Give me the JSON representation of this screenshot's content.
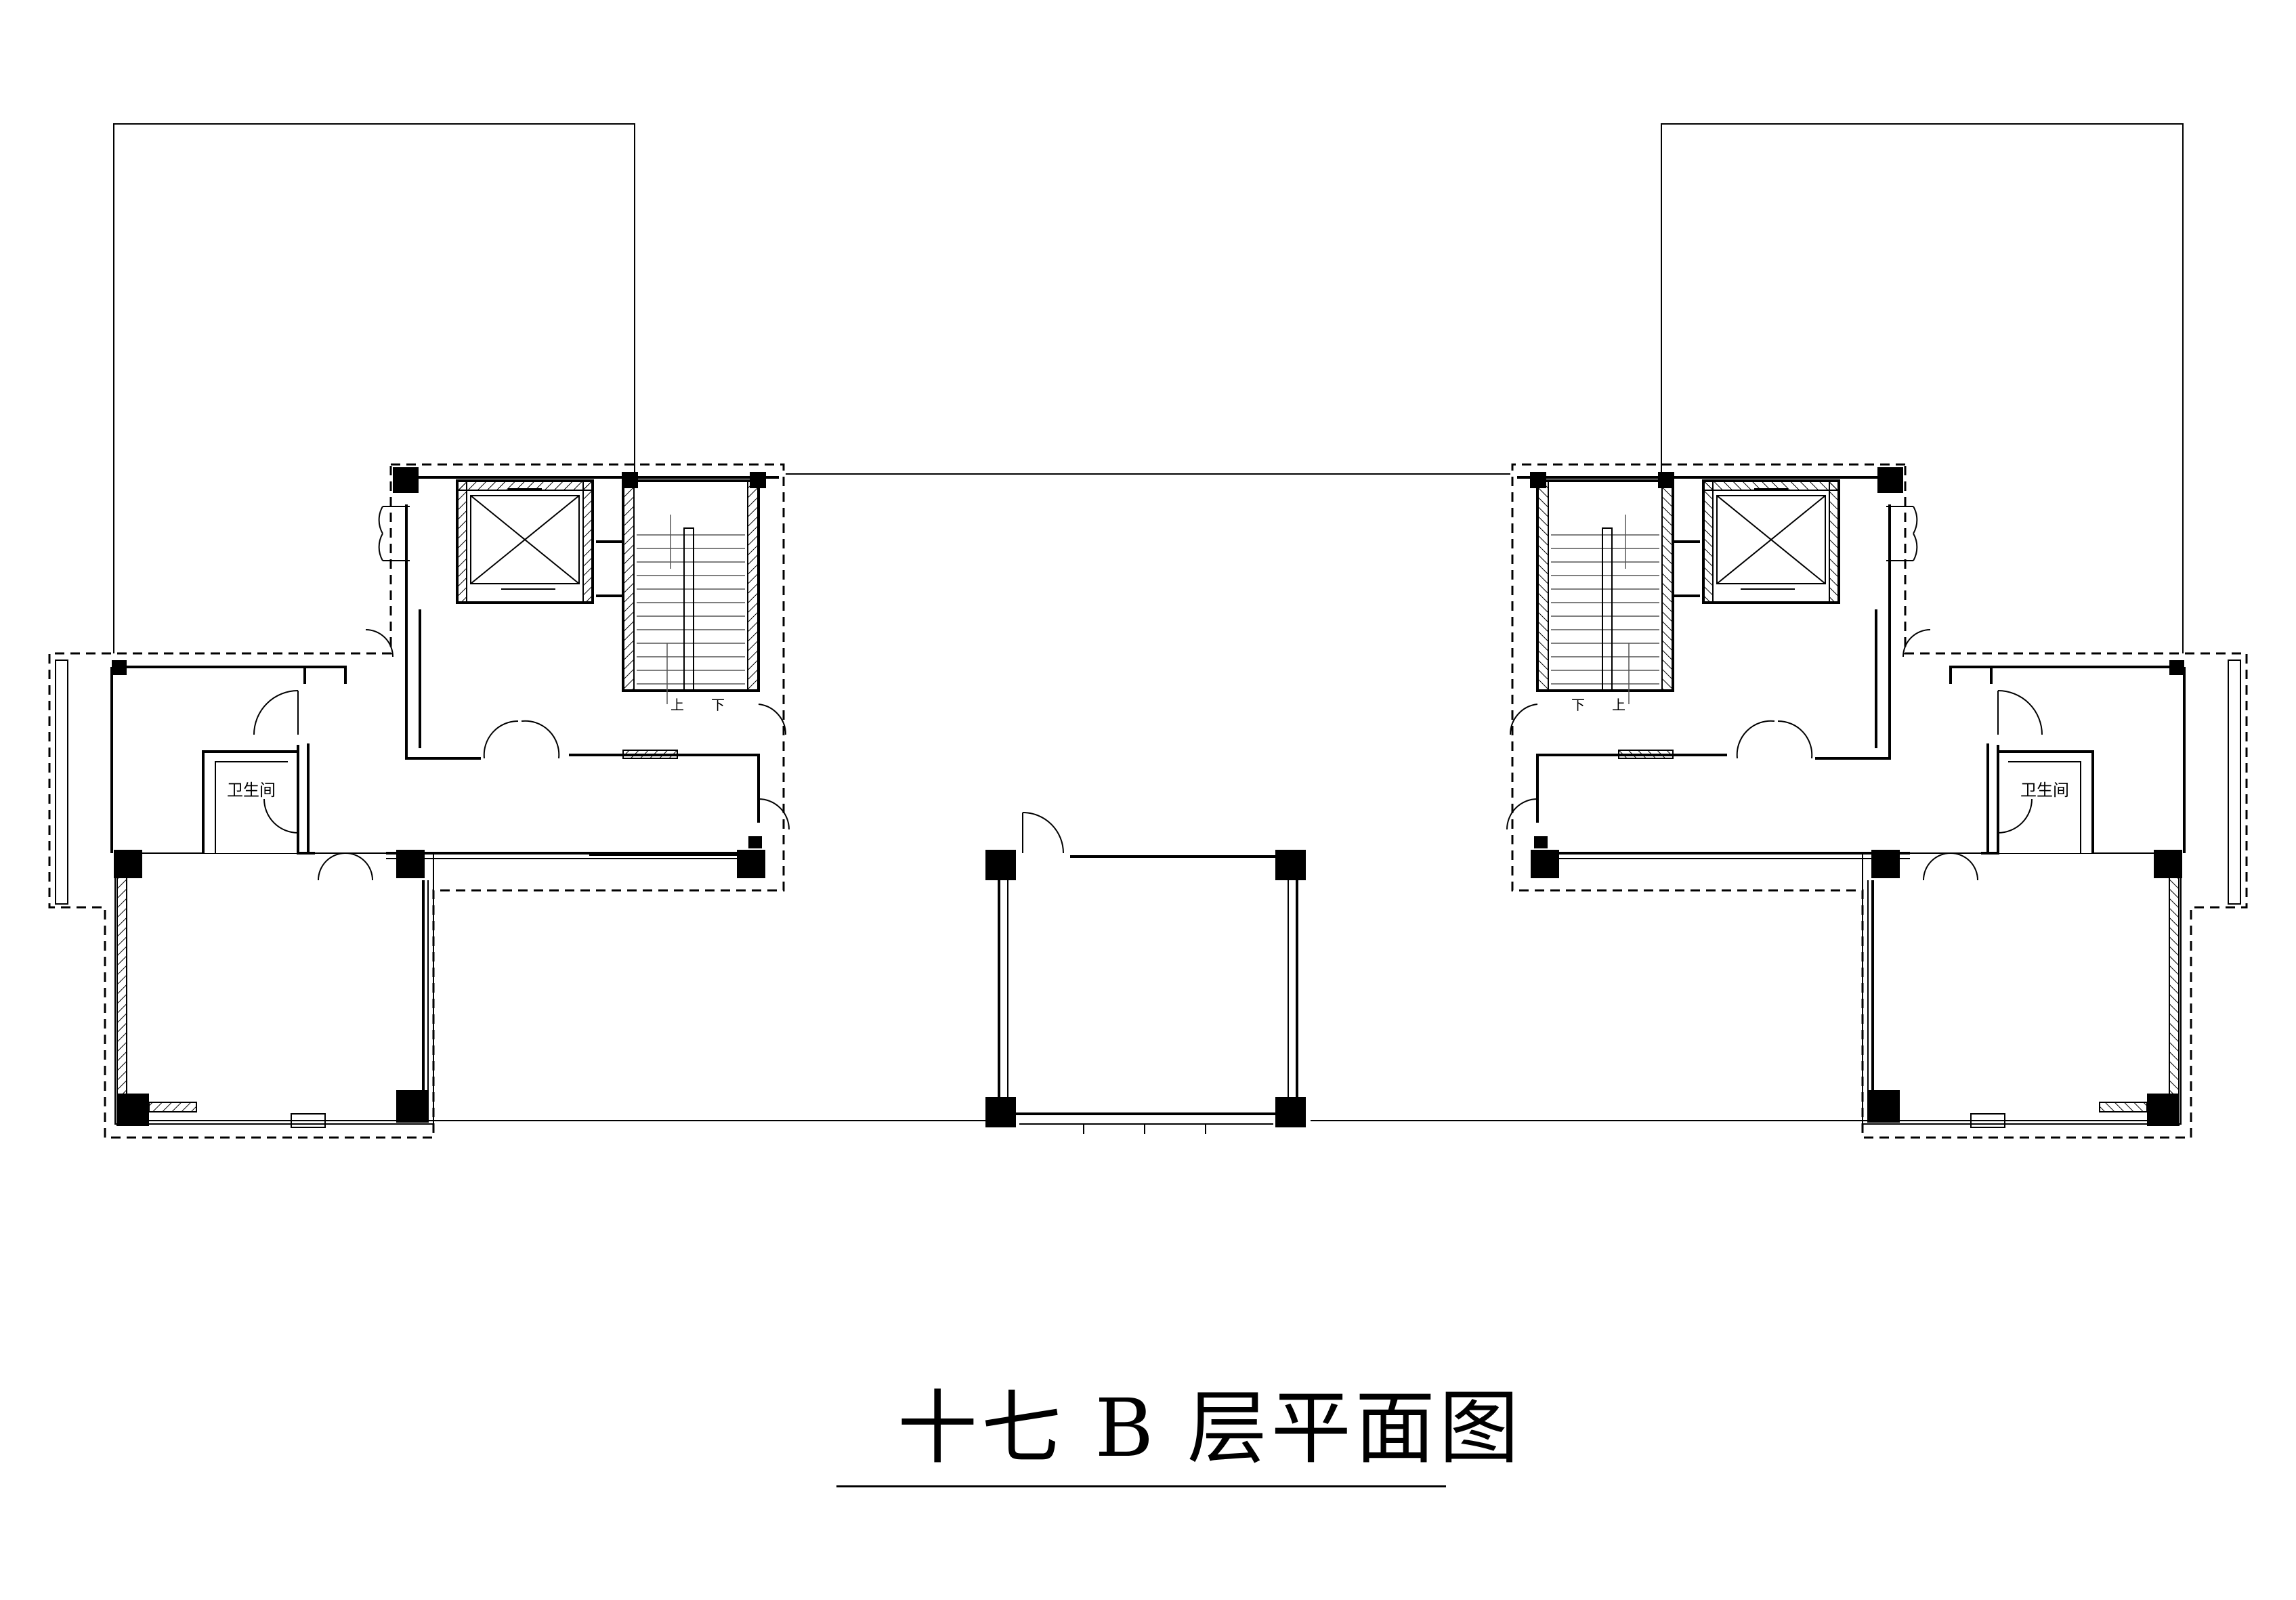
{
  "drawing": {
    "title": "十七 B 层平面图"
  },
  "rooms": {
    "left_bathroom": "卫生间",
    "right_bathroom": "卫生间"
  },
  "stairs": {
    "left": {
      "up": "上",
      "down": "下"
    },
    "right": {
      "up": "上",
      "down": "下"
    }
  }
}
